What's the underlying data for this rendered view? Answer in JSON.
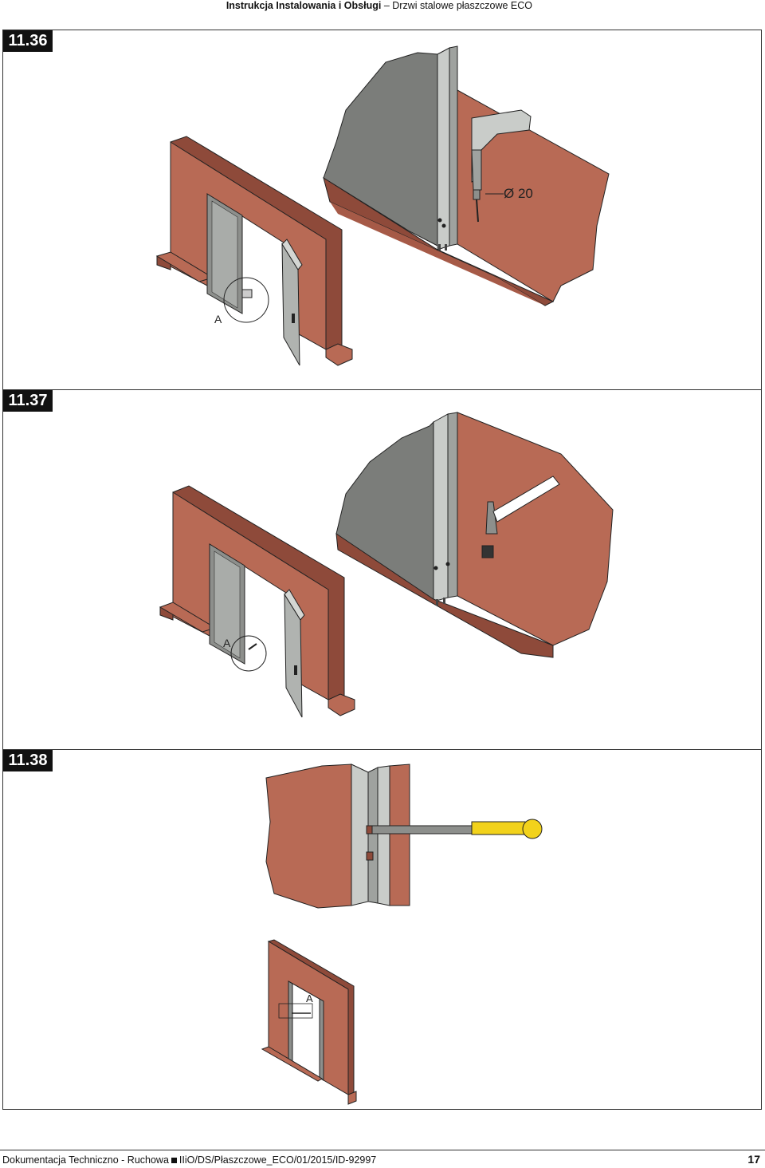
{
  "header": {
    "title_bold": "Instrukcja Instalowania i Obsługi",
    "separator": "–",
    "title_rest": "Drzwi stalowe płaszczowe ECO"
  },
  "panels": [
    {
      "number": "11.36",
      "detail_label": "A",
      "dimension_label": "Ø 20"
    },
    {
      "number": "11.37",
      "detail_label": "A"
    },
    {
      "number": "11.38",
      "detail_label": "A"
    }
  ],
  "footer": {
    "doc_left": "Dokumentacja Techniczno - Ruchowa",
    "doc_right": "IIiO/DS/Płaszczowe_ECO/01/2015/ID-92997",
    "page_number": "17"
  },
  "colors": {
    "brick": "#b86a55",
    "brick_dark": "#8e4a3a",
    "steel": "#8d8f8c",
    "steel_light": "#c9ccc9",
    "handle_yellow": "#f2d21b"
  }
}
